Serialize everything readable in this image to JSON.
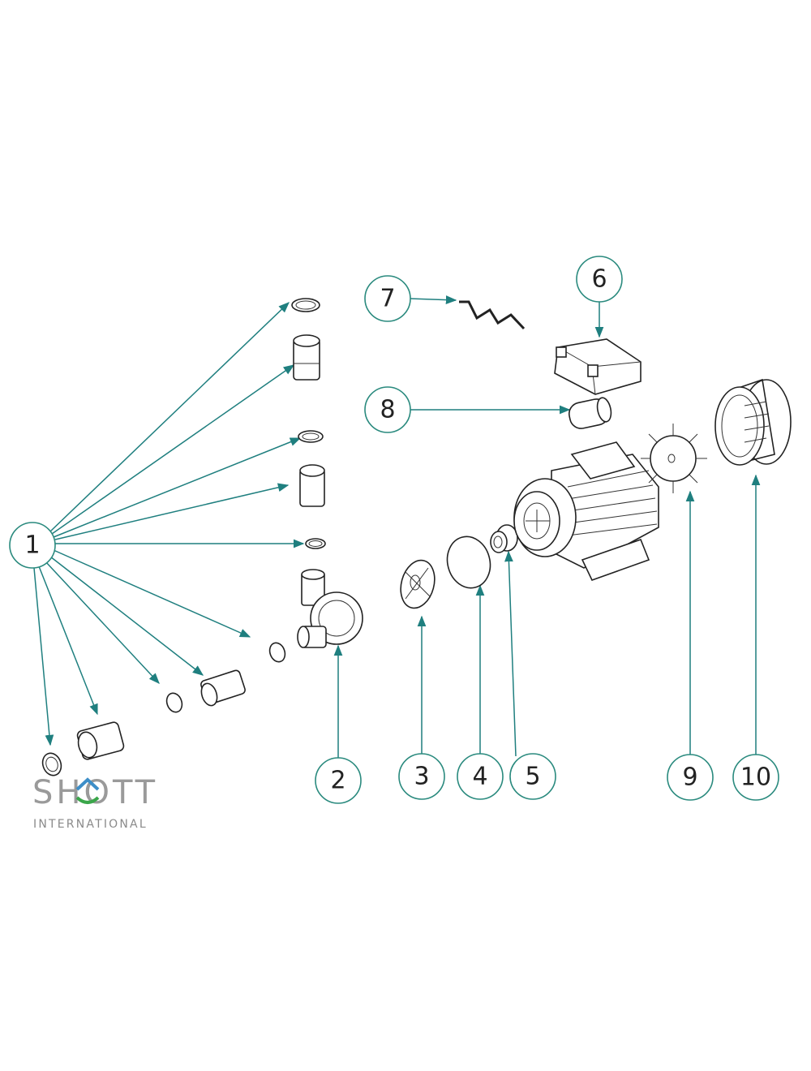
{
  "diagram": {
    "title": "Pump exploded parts diagram",
    "callouts": [
      "1",
      "2",
      "3",
      "4",
      "5",
      "6",
      "7",
      "8",
      "9",
      "10"
    ],
    "accent_color": "#1f7f7f"
  },
  "logo": {
    "name": "SHOTT",
    "subtitle": "INTERNATIONAL",
    "colors": {
      "gray": "#9a9a9a",
      "blue": "#3d8ec8",
      "green": "#3aa64a"
    }
  }
}
